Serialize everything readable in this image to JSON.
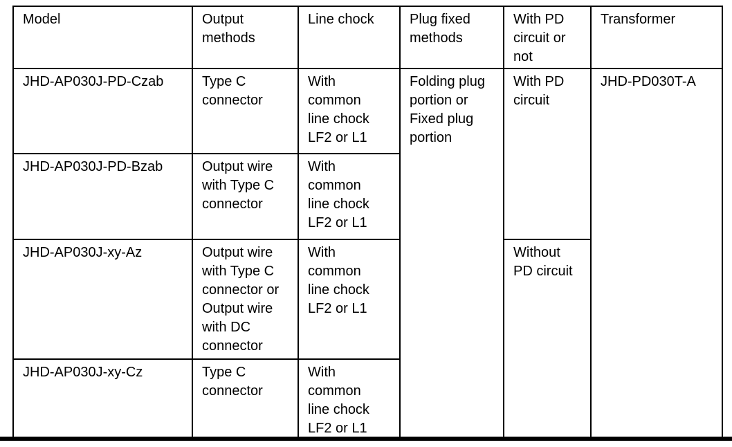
{
  "colors": {
    "text": "#000000",
    "border": "#000000",
    "background": "#ffffff"
  },
  "table": {
    "headers": [
      "Model",
      "Output methods",
      "Line chock",
      "Plug fixed methods",
      "With PD circuit or not",
      "Transformer"
    ],
    "rows": [
      {
        "model": "JHD-AP030J-PD-Czab",
        "output": "Type C connector",
        "chock": "With common line chock LF2 or L1"
      },
      {
        "model": "JHD-AP030J-PD-Bzab",
        "output": "Output wire with Type C connector",
        "chock": "With common line chock LF2 or L1"
      },
      {
        "model": "JHD-AP030J-xy-Az",
        "output": "Output wire with Type C connector or Output wire with DC connector",
        "chock": "With common line chock LF2 or L1"
      },
      {
        "model": "JHD-AP030J-xy-Cz",
        "output": "Type C connector",
        "chock": "With common line chock LF2 or L1"
      }
    ],
    "plug_fixed": "Folding plug portion or Fixed plug portion",
    "pd_groups": [
      {
        "label": "With PD circuit"
      },
      {
        "label": "Without PD circuit"
      }
    ],
    "transformer": "JHD-PD030T-A"
  }
}
